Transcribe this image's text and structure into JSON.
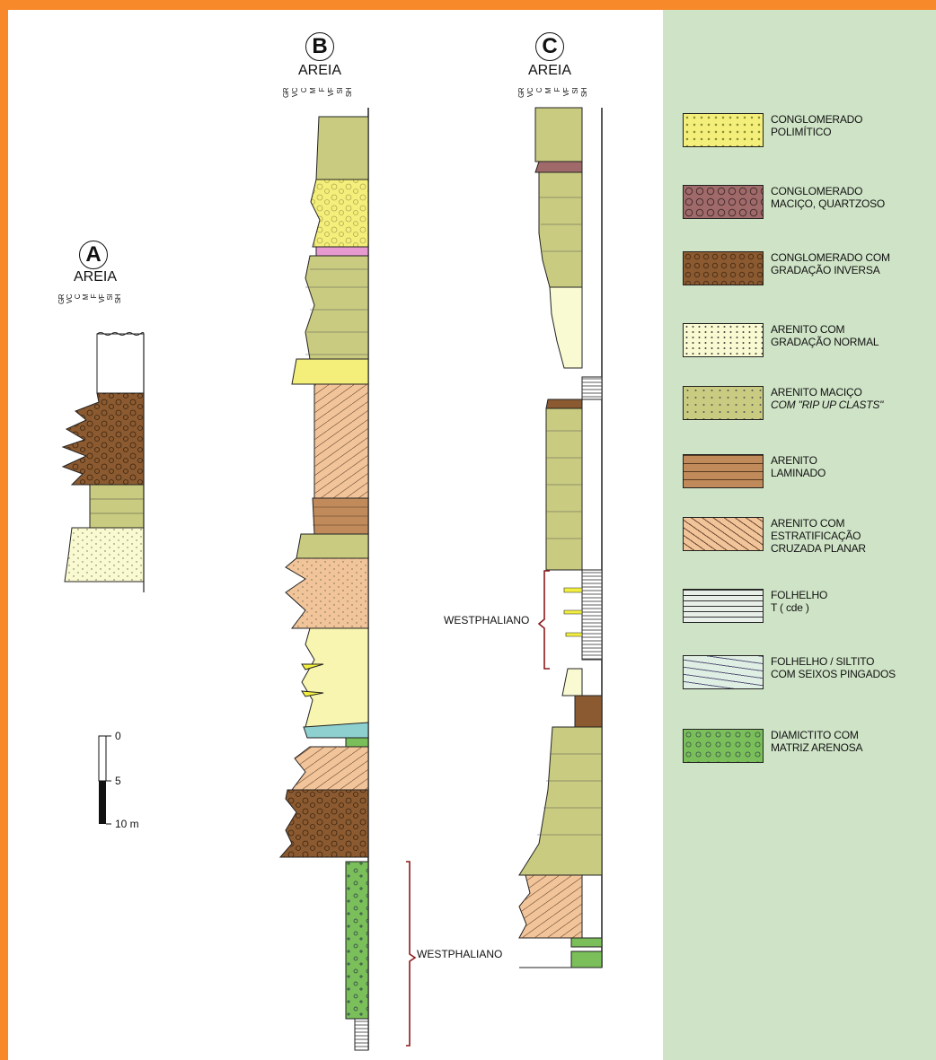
{
  "columns": [
    {
      "id": "A",
      "letter": "A",
      "title": "AREIA"
    },
    {
      "id": "B",
      "letter": "B",
      "title": "AREIA"
    },
    {
      "id": "C",
      "letter": "C",
      "title": "AREIA"
    }
  ],
  "grain_labels": [
    "GR",
    "VC",
    "C",
    "M",
    "F",
    "VF",
    "SI",
    "SH"
  ],
  "scale_bar": {
    "labels": [
      "0",
      "5",
      "10 m"
    ]
  },
  "annotations": {
    "westphaliano_c": "WESTPHALIANO",
    "westphaliano_b": "WESTPHALIANO"
  },
  "legend": [
    {
      "key": "conglomerado-polimitico",
      "line1": "CONGLOMERADO",
      "line2": "POLIMÍTICO",
      "color": "#f3ef7a"
    },
    {
      "key": "conglomerado-macico",
      "line1": "CONGLOMERADO",
      "line2": "MACIÇO, QUARTZOSO",
      "color": "#a06a6a"
    },
    {
      "key": "conglomerado-gradacao-inversa",
      "line1": "CONGLOMERADO COM",
      "line2": "GRADAÇÃO INVERSA",
      "color": "#8b5a30"
    },
    {
      "key": "arenito-gradacao-normal",
      "line1": "ARENITO COM",
      "line2": "GRADAÇÃO NORMAL",
      "color": "#fafad2"
    },
    {
      "key": "arenito-macico",
      "line1": "ARENITO MACIÇO",
      "line2": "COM \"RIP UP CLASTS\"",
      "color": "#c9cc80"
    },
    {
      "key": "arenito-laminado",
      "line1": "ARENITO",
      "line2": "LAMINADO",
      "color": "#c08a5a"
    },
    {
      "key": "arenito-estratificacao",
      "line1": "ARENITO COM ESTRATIFICAÇÃO",
      "line2": "CRUZADA PLANAR",
      "color": "#f2c49a"
    },
    {
      "key": "folhelho",
      "line1": "FOLHELHO",
      "line2": "T ( cde )",
      "color": "#e8eee8"
    },
    {
      "key": "folhelho-siltito",
      "line1": "FOLHELHO / SILTITO",
      "line2": "COM SEIXOS PINGADOS",
      "color": "#e0efe4"
    },
    {
      "key": "diamictito",
      "line1": "DIAMICTITO COM",
      "line2": "MATRIZ ARENOSA",
      "color": "#7bbf5a"
    }
  ]
}
